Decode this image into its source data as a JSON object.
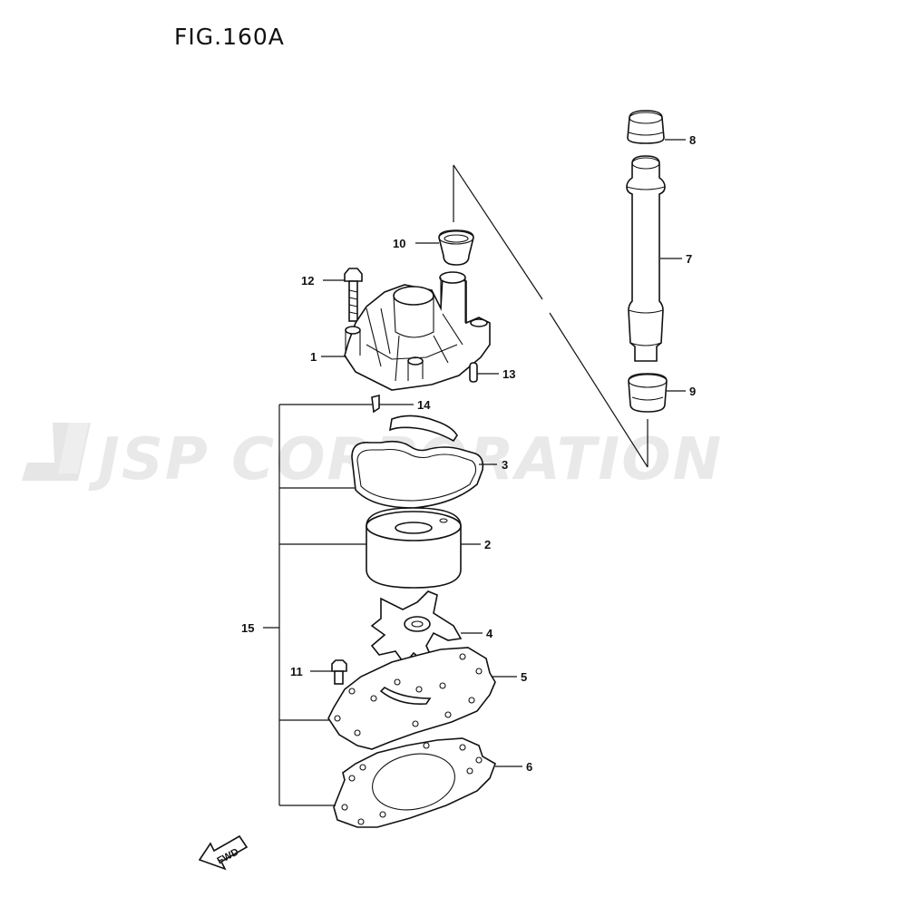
{
  "figure": {
    "title": "FIG.160A",
    "watermark": "JSP CORPORATION",
    "fwd_label": "FWD"
  },
  "callouts": {
    "c1": "1",
    "c2": "2",
    "c3": "3",
    "c4": "4",
    "c5": "5",
    "c6": "6",
    "c7": "7",
    "c8": "8",
    "c9": "9",
    "c10": "10",
    "c11": "11",
    "c12": "12",
    "c13": "13",
    "c14": "14",
    "c15": "15"
  },
  "colors": {
    "line": "#111111",
    "watermark": "#e6e6e6",
    "background": "#ffffff"
  }
}
